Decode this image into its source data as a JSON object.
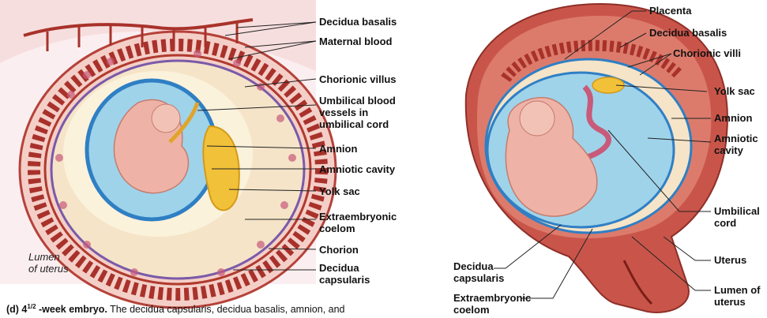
{
  "left_panel": {
    "labels": {
      "decidua_basalis": "Decidua basalis",
      "maternal_blood": "Maternal blood",
      "chorionic_villus": "Chorionic villus",
      "umbilical_vessels": [
        "Umbilical blood",
        "vessels in",
        "umbilical cord"
      ],
      "amnion": "Amnion",
      "amniotic_cavity": "Amniotic cavity",
      "yolk_sac": "Yolk sac",
      "extraembryonic_coelom": [
        "Extraembryonic",
        "coelom"
      ],
      "chorion": "Chorion",
      "decidua_capsularis": [
        "Decidua",
        "capsularis"
      ],
      "lumen_of_uterus": [
        "Lumen",
        "of uterus"
      ]
    },
    "caption": {
      "prefix": "(d) 4",
      "fraction": "1/2",
      "bold_part": " -week embryo.",
      "text": " The decidua capsularis, decidua basalis, amnion, and"
    }
  },
  "right_panel": {
    "labels": {
      "placenta": "Placenta",
      "decidua_basalis": "Decidua basalis",
      "chorionic_villi": "Chorionic villi",
      "yolk_sac": "Yolk sac",
      "amnion": "Amnion",
      "amniotic_cavity": [
        "Amniotic",
        "cavity"
      ],
      "umbilical_cord": [
        "Umbilical",
        "cord"
      ],
      "uterus": "Uterus",
      "lumen_of_uterus": [
        "Lumen of",
        "uterus"
      ],
      "decidua_capsularis": [
        "Decidua",
        "capsularis"
      ],
      "extraembryonic_coelom": [
        "Extraembryonic",
        "coelom"
      ]
    }
  },
  "colors": {
    "uterine_wall": "#c9554a",
    "decidua": "#a8322b",
    "villi": "#b03a2e",
    "amniotic_fluid": "#9fd3ea",
    "amnion_line": "#2f7fc4",
    "coelom": "#f5e4c8",
    "yolk_sac": "#f2c13a",
    "embryo": "#eeb3a6"
  }
}
